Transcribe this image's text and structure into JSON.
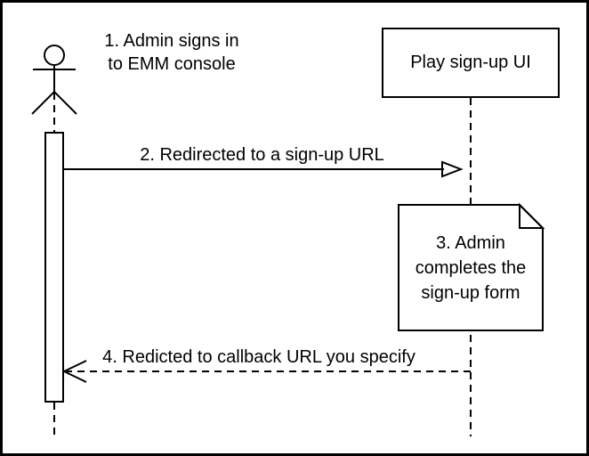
{
  "diagram": {
    "kind": "sequence-diagram",
    "colors": {
      "stroke": "#000000",
      "background": "#ffffff",
      "note_fold": "#eeeeee"
    },
    "participants": [
      {
        "id": "admin",
        "kind": "actor"
      },
      {
        "id": "play-sign-up-ui",
        "kind": "lifeline-box",
        "label": "Play sign-up UI"
      }
    ],
    "steps": [
      {
        "num": "1",
        "kind": "annotation",
        "label": "1. Admin signs in\nto EMM console"
      },
      {
        "num": "2",
        "kind": "message",
        "from": "admin",
        "to": "play-sign-up-ui",
        "line": "solid",
        "arrowhead": "filled",
        "label": "2. Redirected to a sign-up URL"
      },
      {
        "num": "3",
        "kind": "note",
        "label": "3. Admin\ncompletes the\nsign-up form"
      },
      {
        "num": "4",
        "kind": "message",
        "from": "play-sign-up-ui",
        "to": "admin",
        "line": "dashed",
        "arrowhead": "open",
        "label": "4. Redicted to callback URL you specify"
      }
    ]
  }
}
